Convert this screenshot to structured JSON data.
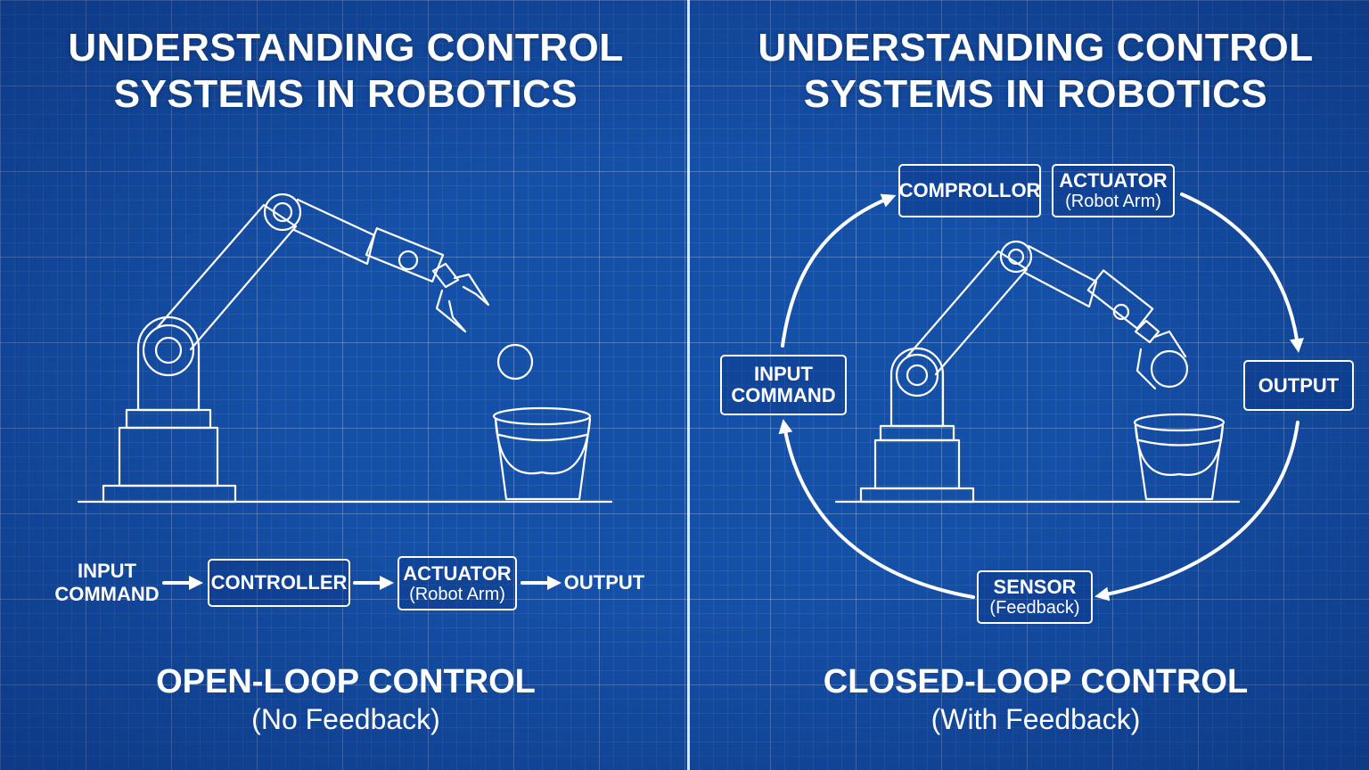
{
  "left_panel": {
    "title_line1": "UNDERSTANDING CONTROL",
    "title_line2": "SYSTEMS IN ROBOTICS",
    "flow": {
      "input_line1": "INPUT",
      "input_line2": "COMMAND",
      "controller": "CONTROLLER",
      "actuator": "ACTUATOR",
      "actuator_sub": "(Robot Arm)",
      "output": "OUTPUT"
    },
    "footer_main": "OPEN-LOOP CONTROL",
    "footer_sub": "(No Feedback)"
  },
  "right_panel": {
    "title_line1": "UNDERSTANDING CONTROL",
    "title_line2": "SYSTEMS IN ROBOTICS",
    "loop": {
      "controller": "COMPROLLOR",
      "actuator": "ACTUATOR",
      "actuator_sub": "(Robot Arm)",
      "output": "OUTPUT",
      "sensor": "SENSOR",
      "sensor_sub": "(Feedback)",
      "input_line1": "INPUT",
      "input_line2": "COMMAND"
    },
    "footer_main": "CLOSED-LOOP CONTROL",
    "footer_sub": "(With Feedback)"
  },
  "colors": {
    "background": "#1550a8",
    "line": "#ffffff"
  }
}
